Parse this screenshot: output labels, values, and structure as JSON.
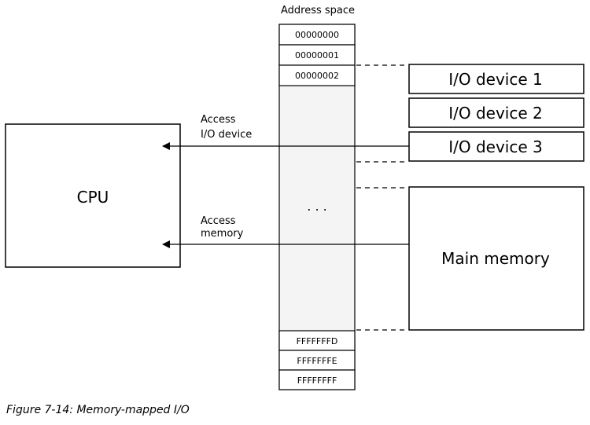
{
  "address_space": {
    "title": "Address space",
    "top_cells": [
      "00000000",
      "00000001",
      "00000002"
    ],
    "ellipsis": ". . .",
    "bottom_cells": [
      "FFFFFFFD",
      "FFFFFFFE",
      "FFFFFFFF"
    ]
  },
  "cpu": {
    "label": "CPU"
  },
  "arrows": {
    "io_access": {
      "line1": "Access",
      "line2": "I/O device"
    },
    "memory_access": {
      "line1": "Access",
      "line2": "memory"
    }
  },
  "devices": [
    "I/O device 1",
    "I/O device 2",
    "I/O device 3"
  ],
  "main_memory": {
    "label": "Main memory"
  },
  "caption": "Figure 7-14: Memory-mapped I/O",
  "colors": {
    "line": "#000000",
    "address_fill": "#f4f4f4",
    "cell_fill": "#ffffff"
  }
}
